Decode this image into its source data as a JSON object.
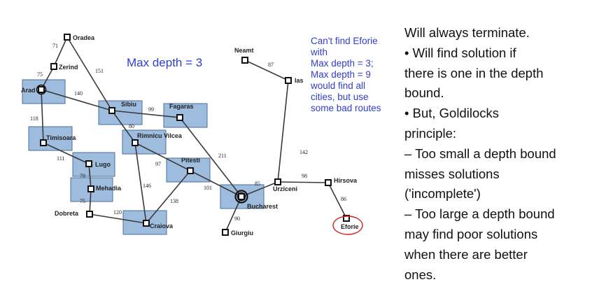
{
  "title": "Max depth = 3",
  "note_lines": [
    "Can't find Eforie",
    "with",
    "Max depth = 3;",
    "Max depth = 9",
    "would find all",
    "cities, but use",
    "some bad routes"
  ],
  "side_lines": [
    "Will always terminate.",
    "• Will find solution if",
    "there is one in the depth",
    "bound.",
    "• But, Goldilocks",
    "principle:",
    "– Too small a depth bound",
    "misses solutions",
    "('incomplete')",
    "– Too large a depth bound",
    "may find poor solutions",
    "when there are better",
    "ones."
  ],
  "colors": {
    "highlight_fill": "#7ea6d3",
    "highlight_border": "#4b6f9a",
    "edge": "#3a3a3a",
    "note_blue": "#2f3fc9",
    "goal_circle": "#d42020"
  },
  "cities": [
    {
      "id": "oradea",
      "label": "Oradea",
      "explored": false
    },
    {
      "id": "zerind",
      "label": "Zerind",
      "explored": false
    },
    {
      "id": "arad",
      "label": "Arad",
      "explored": true,
      "start": true
    },
    {
      "id": "sibiu",
      "label": "Sibiu",
      "explored": true
    },
    {
      "id": "fagaras",
      "label": "Fagaras",
      "explored": true
    },
    {
      "id": "timisoara",
      "label": "Timisoara",
      "explored": true
    },
    {
      "id": "rimnicu",
      "label": "Rimnicu Vilcea",
      "explored": true
    },
    {
      "id": "lugoj",
      "label": "Lugo",
      "explored": true
    },
    {
      "id": "mehadia",
      "label": "Mehadia",
      "explored": true
    },
    {
      "id": "dobreta",
      "label": "Dobreta",
      "explored": false
    },
    {
      "id": "craiova",
      "label": "Craiova",
      "explored": true
    },
    {
      "id": "pitesti",
      "label": "Pitesti",
      "explored": true
    },
    {
      "id": "bucharest",
      "label": "Bucharest",
      "explored": true,
      "reached": true
    },
    {
      "id": "giurgiu",
      "label": "Giurgiu",
      "explored": false
    },
    {
      "id": "urziceni",
      "label": "Urziceni",
      "explored": false
    },
    {
      "id": "hirsova",
      "label": "Hirsova",
      "explored": false
    },
    {
      "id": "eforie",
      "label": "Eforie",
      "explored": false,
      "goal": true
    },
    {
      "id": "neamt",
      "label": "Neamt",
      "explored": false
    },
    {
      "id": "iasi",
      "label": "Ias",
      "explored": false
    }
  ],
  "roads": [
    {
      "from": "oradea",
      "to": "zerind",
      "distance": "71"
    },
    {
      "from": "zerind",
      "to": "arad",
      "distance": "75"
    },
    {
      "from": "oradea",
      "to": "sibiu",
      "distance": "151"
    },
    {
      "from": "arad",
      "to": "sibiu",
      "distance": "140"
    },
    {
      "from": "arad",
      "to": "timisoara",
      "distance": "118"
    },
    {
      "from": "timisoara",
      "to": "lugoj",
      "distance": "111"
    },
    {
      "from": "lugoj",
      "to": "mehadia",
      "distance": "70"
    },
    {
      "from": "mehadia",
      "to": "dobreta",
      "distance": "75"
    },
    {
      "from": "dobreta",
      "to": "craiova",
      "distance": "120"
    },
    {
      "from": "sibiu",
      "to": "fagaras",
      "distance": "99"
    },
    {
      "from": "sibiu",
      "to": "rimnicu",
      "distance": "80"
    },
    {
      "from": "rimnicu",
      "to": "pitesti",
      "distance": "97"
    },
    {
      "from": "rimnicu",
      "to": "craiova",
      "distance": "146"
    },
    {
      "from": "craiova",
      "to": "pitesti",
      "distance": "138"
    },
    {
      "from": "pitesti",
      "to": "bucharest",
      "distance": "101"
    },
    {
      "from": "fagaras",
      "to": "bucharest",
      "distance": "211"
    },
    {
      "from": "bucharest",
      "to": "giurgiu",
      "distance": "90"
    },
    {
      "from": "bucharest",
      "to": "urziceni",
      "distance": "85"
    },
    {
      "from": "urziceni",
      "to": "hirsova",
      "distance": "98"
    },
    {
      "from": "hirsova",
      "to": "eforie",
      "distance": "86"
    },
    {
      "from": "urziceni",
      "to": "iasi",
      "distance": "142"
    },
    {
      "from": "iasi",
      "to": "neamt",
      "distance": "87"
    }
  ]
}
